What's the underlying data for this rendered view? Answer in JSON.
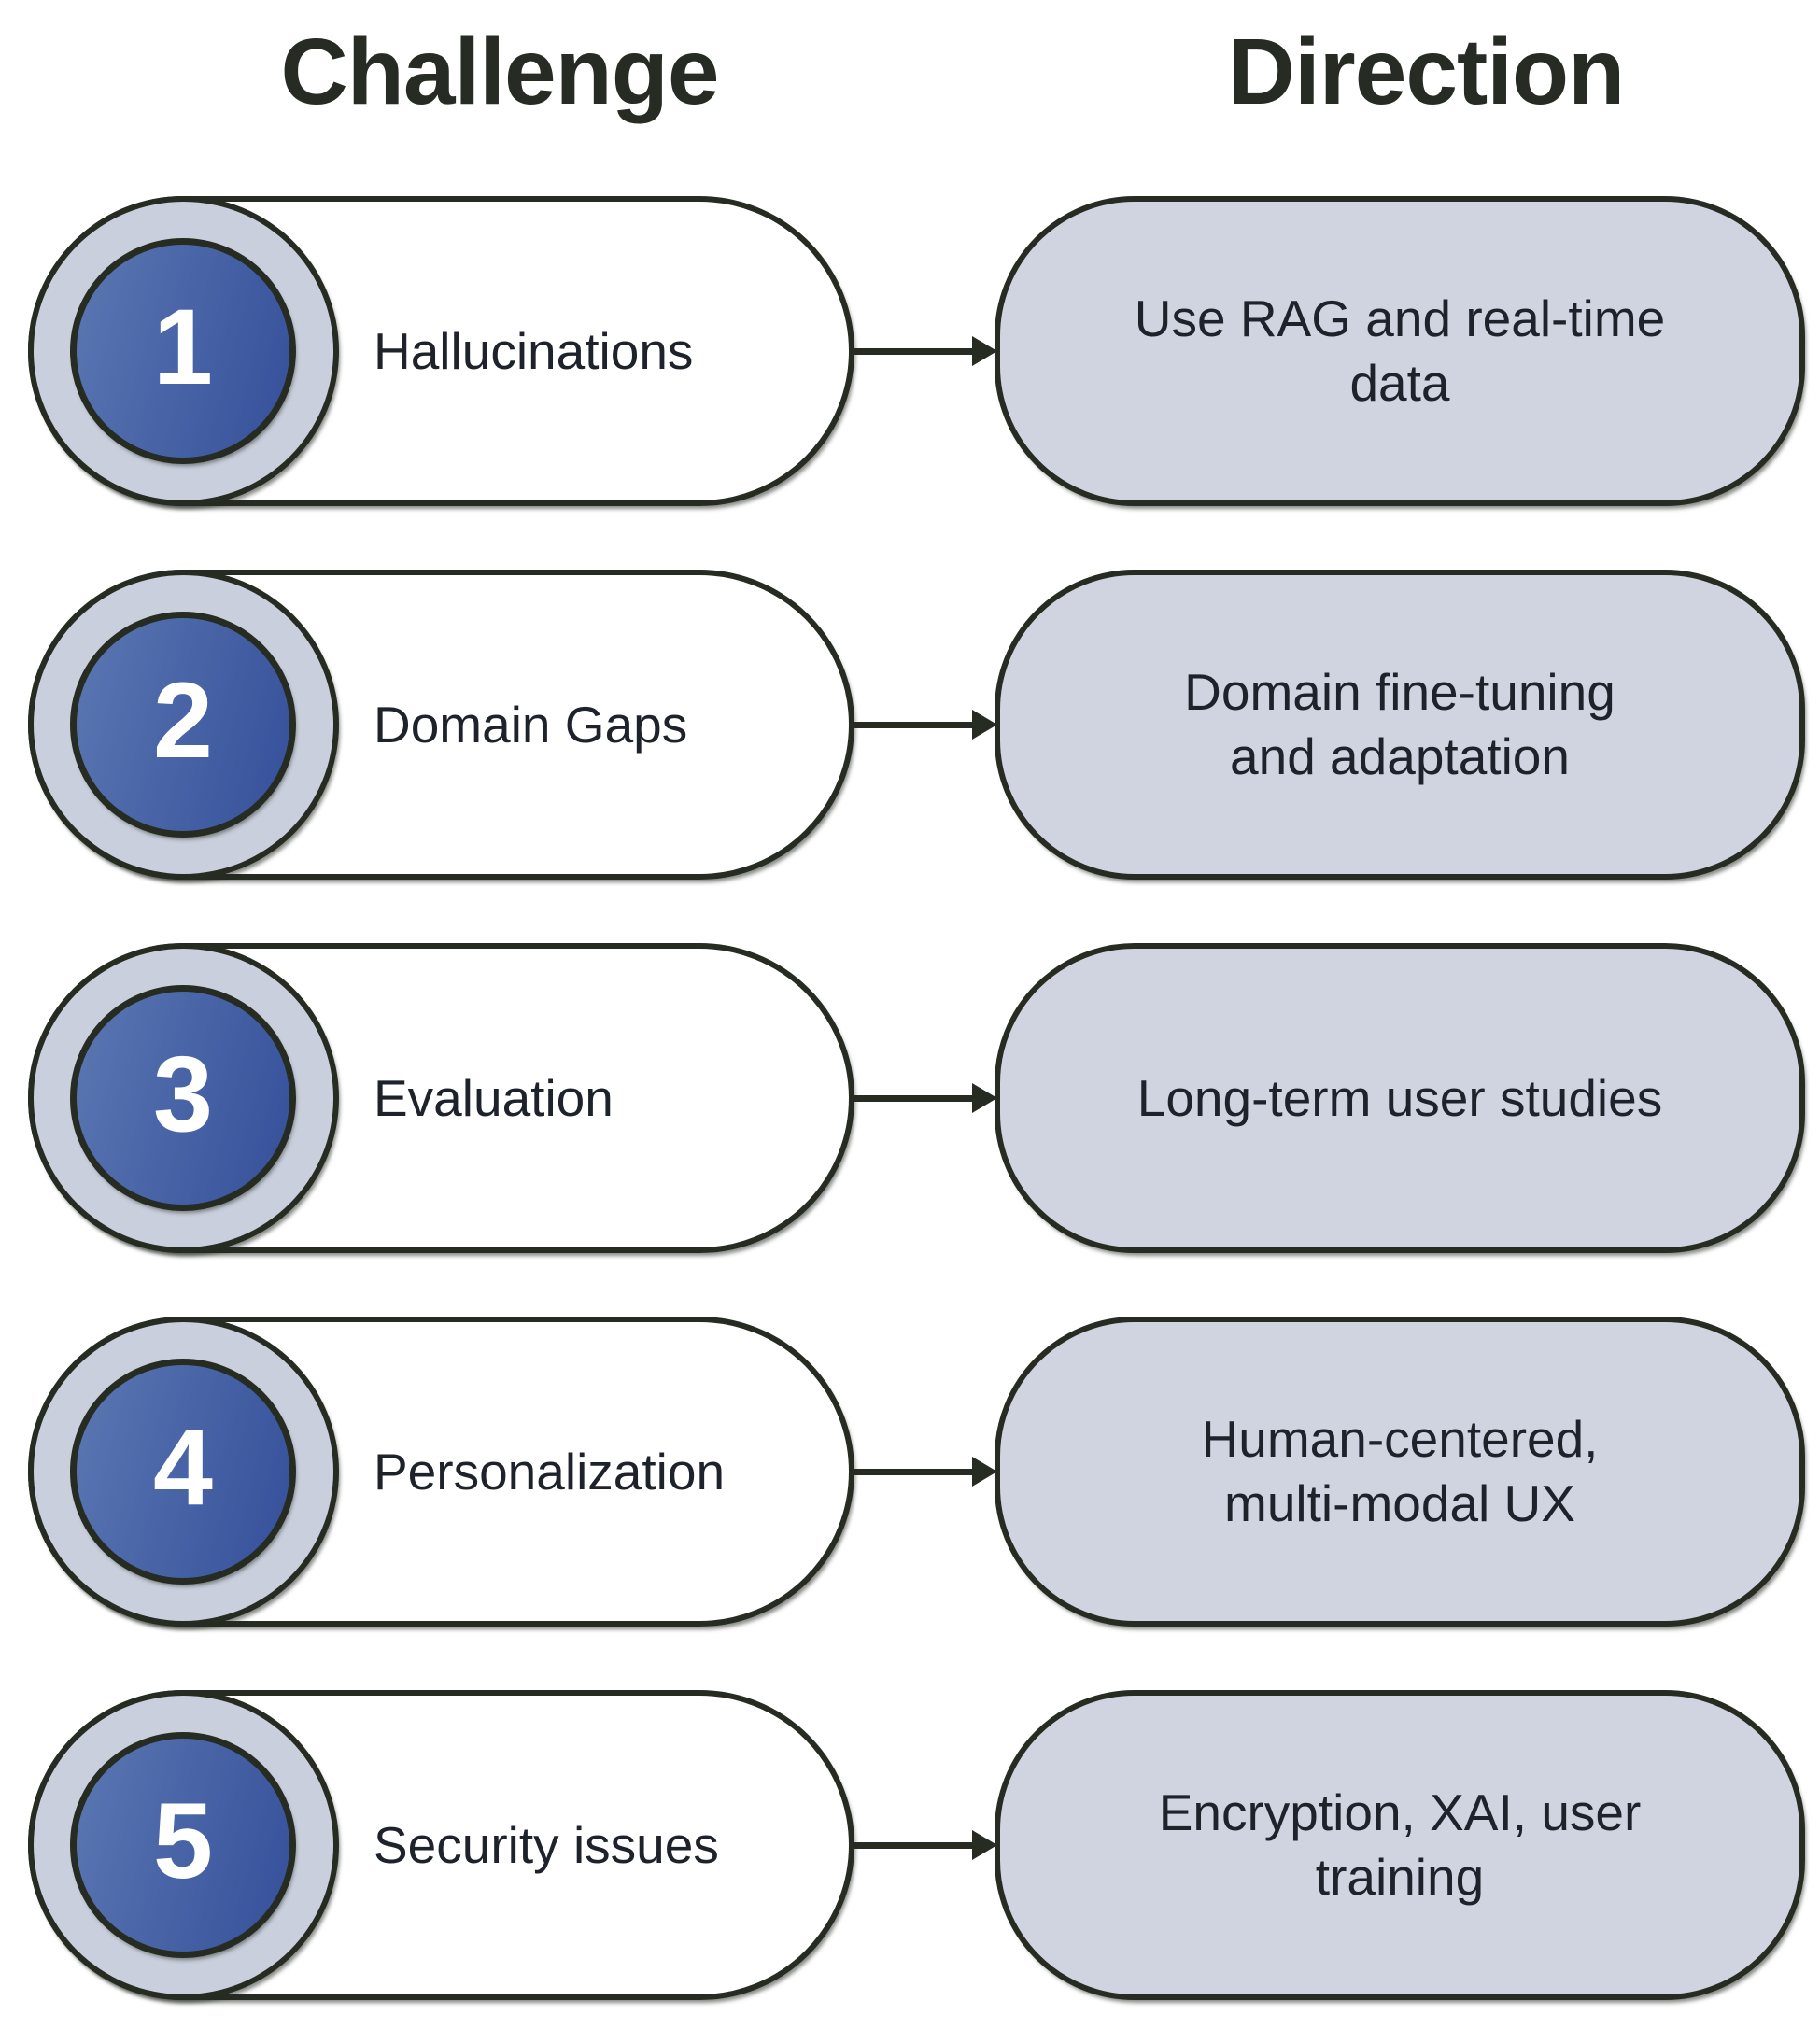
{
  "headers": {
    "challenge": "Challenge",
    "direction": "Direction"
  },
  "rows": [
    {
      "number": "1",
      "challenge": "Hallucinations",
      "direction": "Use RAG and real-time\ndata"
    },
    {
      "number": "2",
      "challenge": "Domain Gaps",
      "direction": "Domain fine-tuning\nand adaptation"
    },
    {
      "number": "3",
      "challenge": "Evaluation",
      "direction": "Long-term user studies"
    },
    {
      "number": "4",
      "challenge": "Personalization",
      "direction": "Human-centered,\nmulti-modal UX"
    },
    {
      "number": "5",
      "challenge": "Security issues",
      "direction": "Encryption, XAI, user\ntraining"
    }
  ],
  "colors": {
    "outline": "#272c22",
    "ring_fill": "#c9cfdd",
    "pill_fill": "#d0d4e1",
    "disc_from": "#5b77b2",
    "disc_to": "#35509a",
    "number": "#ffffff",
    "label": "#1e222a",
    "header": "#262b23",
    "bg": "#ffffff"
  }
}
